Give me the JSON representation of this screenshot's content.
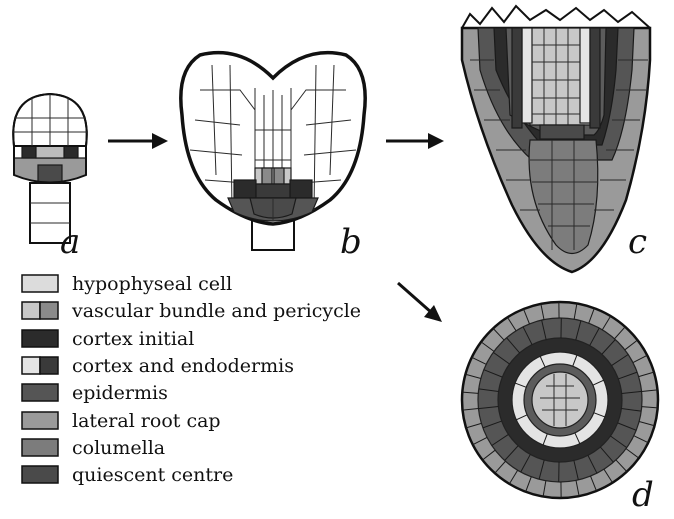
{
  "colors": {
    "hypophyseal": "#dcdcdc",
    "vascular_light": "#c8c8c8",
    "vascular_dark": "#8a8a8a",
    "cortex_initial": "#2b2b2b",
    "cortex_endo_light": "#e4e4e4",
    "cortex_endo_dark": "#3a3a3a",
    "epidermis": "#555555",
    "lateral_root_cap": "#9a9a9a",
    "columella": "#7c7c7c",
    "quiescent_centre": "#4a4a4a"
  },
  "panels": {
    "a": "a",
    "b": "b",
    "c": "c",
    "d": "d"
  },
  "legend": [
    {
      "label": "hypophyseal cell",
      "icon": "swatch-single"
    },
    {
      "label": "vascular bundle and pericycle",
      "icon": "swatch-split"
    },
    {
      "label": "cortex initial",
      "icon": "swatch-single"
    },
    {
      "label": "cortex and endodermis",
      "icon": "swatch-split"
    },
    {
      "label": "epidermis",
      "icon": "swatch-single"
    },
    {
      "label": "lateral root cap",
      "icon": "swatch-single"
    },
    {
      "label": "columella",
      "icon": "swatch-single"
    },
    {
      "label": "quiescent centre",
      "icon": "swatch-single"
    }
  ]
}
